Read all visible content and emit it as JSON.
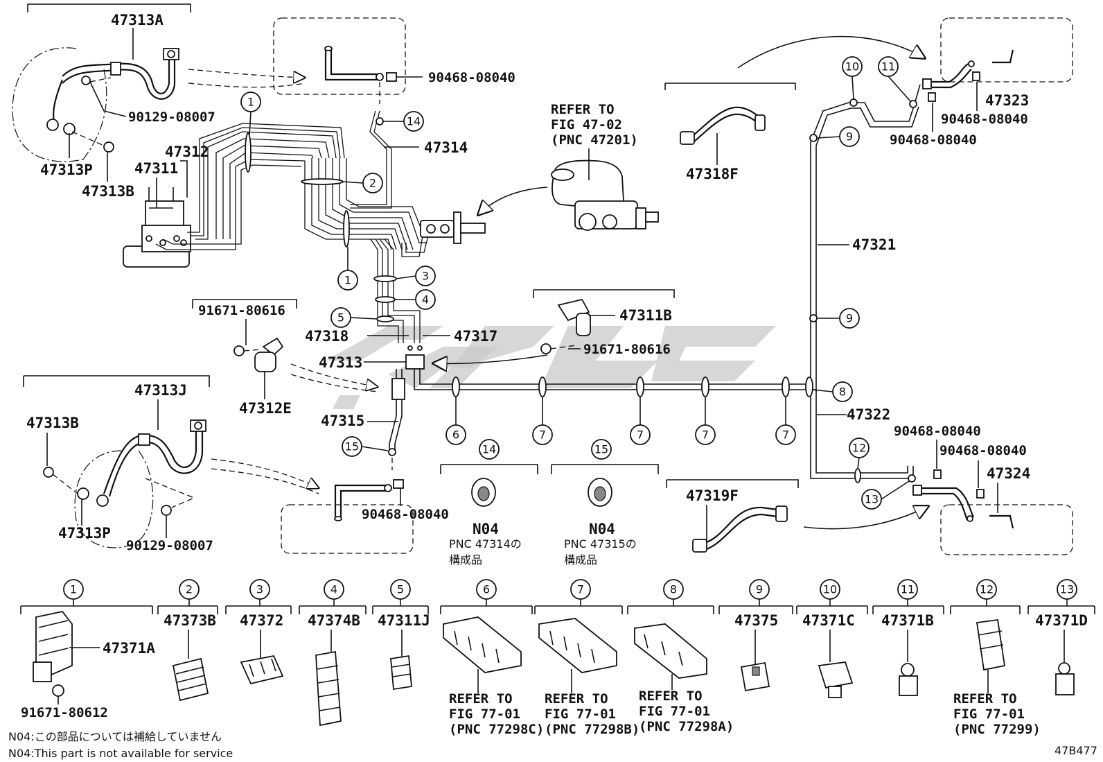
{
  "diagram_id": "47B477",
  "labels": {
    "p47313A": "47313A",
    "p90468_a": "90468-08040",
    "p90129_a": "90129-08007",
    "p47313P_a": "47313P",
    "p47313B_a": "47313B",
    "p47312": "47312",
    "p47311": "47311",
    "p47314": "47314",
    "refer_a": "REFER TO",
    "fig_a": "FIG 47-02",
    "pnc_a": "(PNC 47201)",
    "p47318F": "47318F",
    "p47321": "47321",
    "p47323": "47323",
    "p90468_b": "90468-08040",
    "p90468_c": "90468-08040",
    "p91671_a": "91671-80616",
    "p47311B": "47311B",
    "p91671_b": "91671-80616",
    "p47318": "47318",
    "p47317": "47317",
    "p47313": "47313",
    "p47312E": "47312E",
    "p47315": "47315",
    "p47313J": "47313J",
    "p47313B_b": "47313B",
    "p47313P_b": "47313P",
    "p90129_b": "90129-08007",
    "p90468_d": "90468-08040",
    "p47322": "47322",
    "p90468_e": "90468-08040",
    "p90468_f": "90468-08040",
    "p47324": "47324",
    "p47319F": "47319F",
    "n04_a": "N04",
    "pnc_n04_a": "PNC 47314の",
    "kousei_a": "構成品",
    "n04_b": "N04",
    "pnc_n04_b": "PNC 47315の",
    "kousei_b": "構成品"
  },
  "callouts": [
    "1",
    "2",
    "3",
    "4",
    "5",
    "6",
    "7",
    "8",
    "9",
    "10",
    "11",
    "12",
    "13",
    "14",
    "15"
  ],
  "clamps": [
    {
      "num": "1",
      "part": "47371A",
      "extra": "91671-80612"
    },
    {
      "num": "2",
      "part": "47373B"
    },
    {
      "num": "3",
      "part": "47372"
    },
    {
      "num": "4",
      "part": "47374B"
    },
    {
      "num": "5",
      "part": "47311J"
    },
    {
      "num": "6",
      "refer": "REFER TO",
      "fig": "FIG 77-01",
      "pnc": "(PNC 77298C)"
    },
    {
      "num": "7",
      "refer": "REFER TO",
      "fig": "FIG 77-01",
      "pnc": "(PNC 77298B)"
    },
    {
      "num": "8",
      "refer": "REFER TO",
      "fig": "FIG 77-01",
      "pnc": "(PNC 77298A)"
    },
    {
      "num": "9",
      "part": "47375"
    },
    {
      "num": "10",
      "part": "47371C"
    },
    {
      "num": "11",
      "part": "47371B"
    },
    {
      "num": "12",
      "refer": "REFER TO",
      "fig": "FIG 77-01",
      "pnc": "(PNC 77299)"
    },
    {
      "num": "13",
      "part": "47371D"
    }
  ],
  "footnotes": {
    "jp": "N04:この部品については補給していません",
    "en": "N04:This part is not available for service"
  }
}
